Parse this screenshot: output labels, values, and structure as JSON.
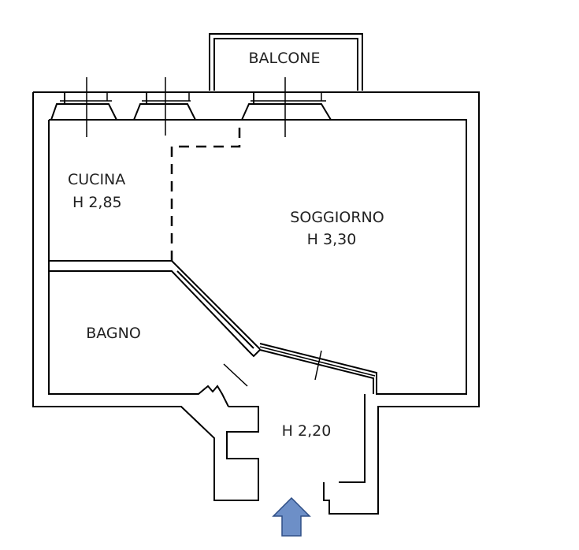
{
  "rooms": {
    "balcone": {
      "name": "BALCONE"
    },
    "cucina": {
      "name": "CUCINA",
      "height": "H 2,85"
    },
    "soggiorno": {
      "name": "SOGGIORNO",
      "height": "H 3,30"
    },
    "bagno": {
      "name": "BAGNO"
    },
    "ingresso": {
      "height": "H 2,20"
    }
  },
  "colors": {
    "walls": "#000000",
    "entrance_arrow": "#6d8fc7",
    "entrance_arrow_stroke": "#2f4f86"
  },
  "icons": {
    "entrance": "arrow-up-icon"
  }
}
